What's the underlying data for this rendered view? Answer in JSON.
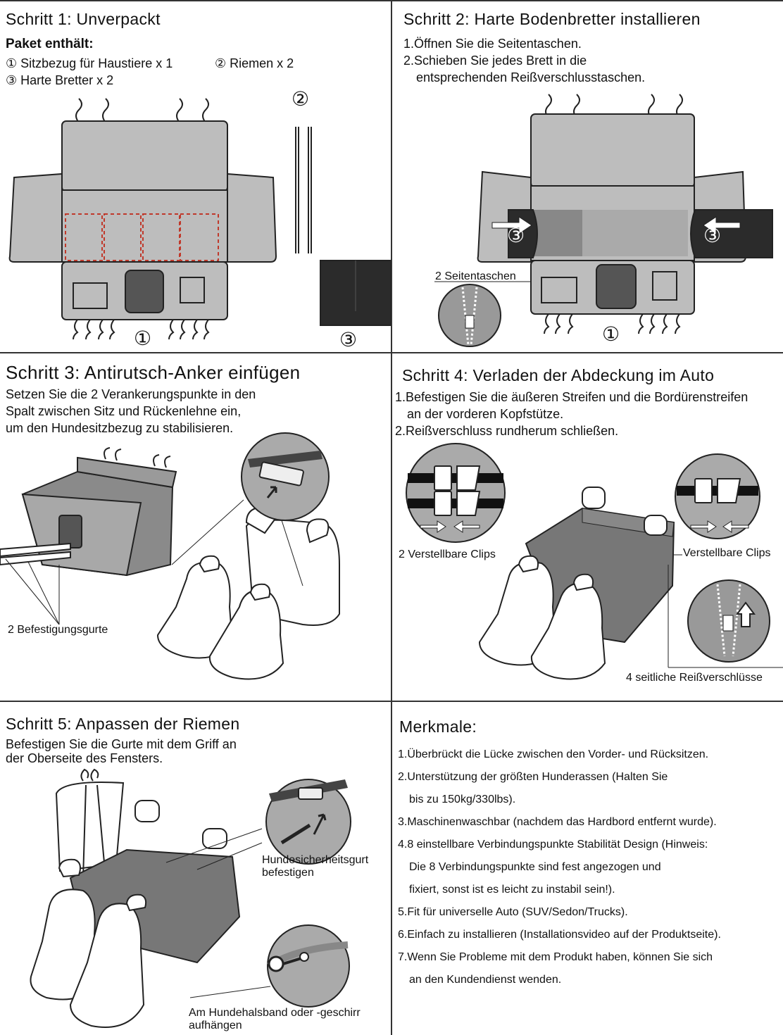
{
  "step1": {
    "title": "Schritt 1: Unverpackt",
    "package_heading": "Paket enthält:",
    "item1": "① Sitzbezug für Haustiere x 1",
    "item2": "② Riemen x 2",
    "item3": "③ Harte Bretter x 2",
    "marker1": "①",
    "marker2": "②",
    "marker3": "③"
  },
  "step2": {
    "title": "Schritt 2: Harte Bodenbretter installieren",
    "line1": "1.Öffnen Sie die Seitentaschen.",
    "line2": "2.Schieben Sie jedes Brett in die",
    "line3": "entsprechenden Reißverschlusstaschen.",
    "side_pockets_label": "2 Seitentaschen",
    "marker3a": "③",
    "marker3b": "③",
    "marker1": "①"
  },
  "step3": {
    "title": "Schritt 3: Antirutsch-Anker einfügen",
    "line1": "Setzen Sie die 2 Verankerungspunkte in den",
    "line2": "Spalt zwischen Sitz und Rückenlehne ein,",
    "line3": "um den Hundesitzbezug zu stabilisieren.",
    "straps_label": "2 Befestigungsgurte"
  },
  "step4": {
    "title": "Schritt 4: Verladen der Abdeckung im Auto",
    "line1": "1.Befestigen Sie die äußeren Streifen und die Bordürenstreifen",
    "line2": "an der vorderen Kopfstütze.",
    "line3": "2.Reißverschluss rundherum schließen.",
    "clips_left_label": "2 Verstellbare Clips",
    "clips_right_label": "Verstellbare Clips",
    "zippers_label": "4 seitliche Reißverschlüsse"
  },
  "step5": {
    "title": "Schritt 5: Anpassen der Riemen",
    "line1": "Befestigen Sie die Gurte mit dem Griff an",
    "line2": "der Oberseite des Fensters.",
    "belt_label_1": "Hundesicherheitsgurt",
    "belt_label_2": "befestigen",
    "collar_label_1": "Am Hundehalsband oder -geschirr",
    "collar_label_2": "aufhängen"
  },
  "features": {
    "title": "Merkmale:",
    "items": [
      "1.Überbrückt die Lücke zwischen den Vorder- und Rücksitzen.",
      "2.Unterstützung der größten Hunderassen (Halten Sie",
      "bis zu 150kg/330lbs).",
      "3.Maschinenwaschbar (nachdem das Hardbord entfernt wurde).",
      "4.8 einstellbare Verbindungspunkte Stabilität Design (Hinweis:",
      "Die 8 Verbindungspunkte sind fest angezogen und",
      "fixiert, sonst ist es leicht zu instabil sein!).",
      "5.Fit für universelle Auto (SUV/Sedon/Trucks).",
      "6.Einfach zu installieren (Installationsvideo auf der Produktseite).",
      "7.Wenn Sie Probleme mit dem Produkt haben, können Sie sich",
      "an den Kundendienst wenden."
    ]
  },
  "colors": {
    "cover_gray": "#bdbdbd",
    "dark_gray": "#555555",
    "board_black": "#2b2b2b",
    "dashed_red": "#c0392b",
    "line": "#222222"
  }
}
